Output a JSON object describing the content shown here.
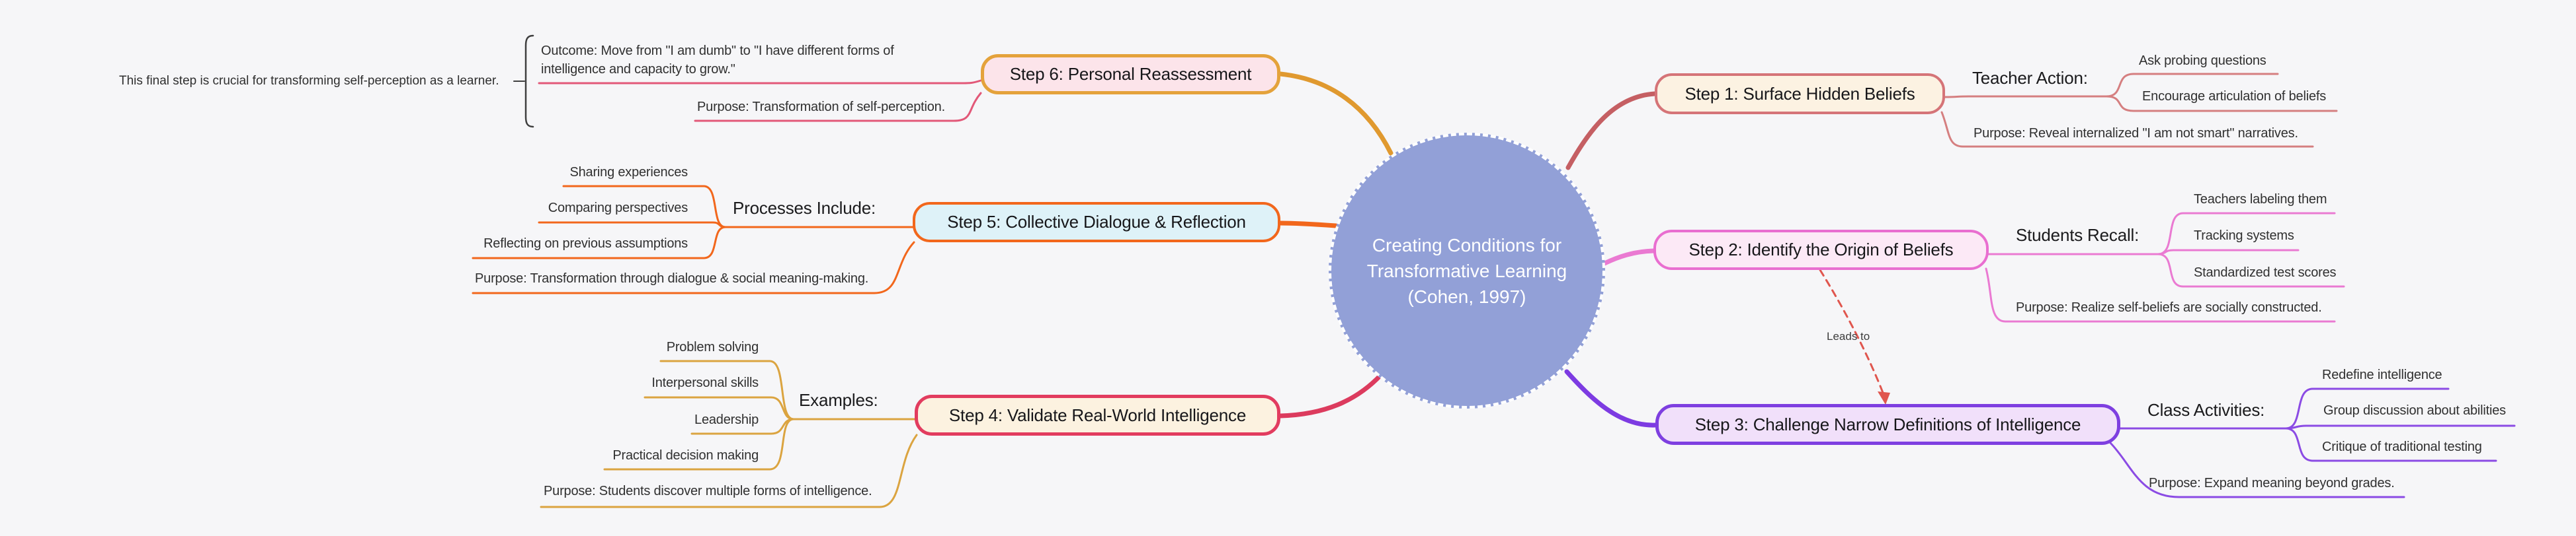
{
  "background": "#f6f6f8",
  "center": {
    "lines": [
      "Creating Conditions for",
      "Transformative Learning",
      "(Cohen, 1997)"
    ],
    "fill": "#92a0d7",
    "text_color": "#ffffff"
  },
  "relation": {
    "label": "Leads to",
    "from": "Step 2: Identify the Origin of Beliefs",
    "to": "Step 3: Challenge Narrow Definitions of Intelligence",
    "color": "#e0564e"
  },
  "annotation": {
    "text": "This final step is crucial for transforming self-perception as a learner."
  },
  "steps": [
    {
      "title": "Step 1: Surface Hidden Beliefs",
      "header": "Teacher Action:",
      "children": [
        "Ask probing questions",
        "Encourage articulation of beliefs"
      ],
      "purpose": "Purpose: Reveal internalized \"I am not smart\" narratives.",
      "accent": "#d57478",
      "fill": "#fcf2e2",
      "line": "#d57f80"
    },
    {
      "title": "Step 2: Identify the Origin of Beliefs",
      "header": "Students Recall:",
      "children": [
        "Teachers labeling them",
        "Tracking systems",
        "Standardized test scores"
      ],
      "purpose": "Purpose: Realize self-beliefs are socially constructed.",
      "accent": "#e96ed0",
      "fill": "#fce9f6",
      "line": "#ea7ad2"
    },
    {
      "title": "Step 3: Challenge Narrow Definitions of Intelligence",
      "header": "Class Activities:",
      "children": [
        "Redefine intelligence",
        "Group discussion about abilities",
        "Critique of traditional testing"
      ],
      "purpose": "Purpose: Expand meaning beyond grades.",
      "accent": "#7e3fe0",
      "fill": "#f1e0fa",
      "line": "#8b4be4"
    },
    {
      "title": "Step 4: Validate Real-World Intelligence",
      "header": "Examples:",
      "children": [
        "Problem solving",
        "Interpersonal skills",
        "Leadership",
        "Practical decision making"
      ],
      "purpose": "Purpose: Students discover multiple forms of intelligence.",
      "accent": "#e23c5f",
      "fill": "#fcf2e0",
      "line": "#dba440"
    },
    {
      "title": "Step 5: Collective Dialogue & Reflection",
      "header": "Processes Include:",
      "children": [
        "Sharing experiences",
        "Comparing perspectives",
        "Reflecting on previous assumptions"
      ],
      "purpose": "Purpose: Transformation through dialogue & social meaning-making.",
      "accent": "#f2671c",
      "fill": "#def2f8",
      "line": "#f2671c"
    },
    {
      "title": "Step 6: Personal Reassessment",
      "children": [
        "Outcome: Move from \"I am dumb\" to \"I have different forms of intelligence and capacity to grow.\""
      ],
      "purpose": "Purpose: Transformation of self-perception.",
      "accent": "#e4a23b",
      "fill": "#fce4ea",
      "line": "#e25878"
    }
  ],
  "link_colors": {
    "center_to_step1": "#c55f63",
    "center_to_step2": "#ea7ad2",
    "center_to_step3": "#7d3be2",
    "center_to_step4": "#dc3b5e",
    "center_to_step5": "#f2671c",
    "center_to_step6": "#e0992f"
  }
}
